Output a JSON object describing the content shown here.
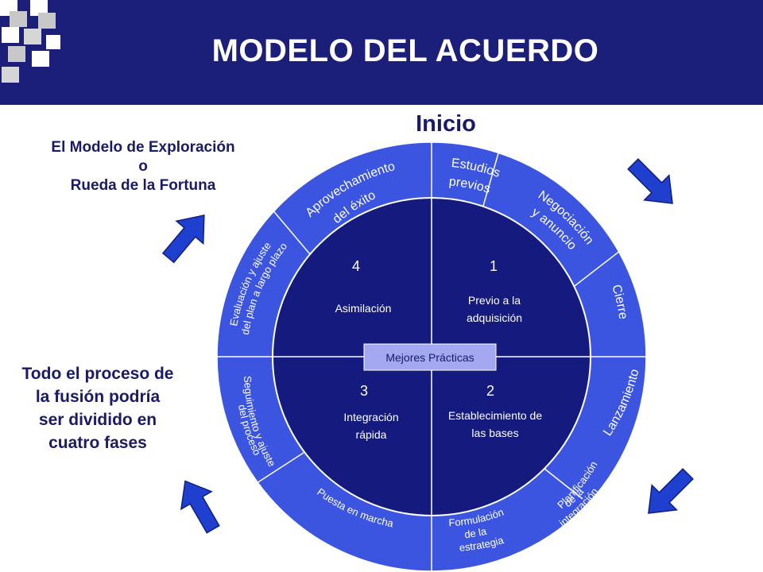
{
  "header": {
    "title": "MODELO DEL ACUERDO"
  },
  "colors": {
    "header_bg": "#1b1f7a",
    "outer_ring": "#3b55e0",
    "inner_circle": "#151b7e",
    "arrows": "#1f3fcf",
    "badge_bg": "#a4a8f0",
    "text_dark": "#1a1a66"
  },
  "subtitle": {
    "line1": "El Modelo de Exploración",
    "line2": "o",
    "line3": "Rueda de la Fortuna"
  },
  "phases_note": {
    "line1": "Todo el proceso de",
    "line2": "la fusión podría",
    "line3": "ser dividido en",
    "line4": "cuatro fases"
  },
  "wheel": {
    "start_label": "Inicio",
    "center_badge": "Mejores Prácticas",
    "quadrants": [
      {
        "number": "1",
        "line1": "Previo a la",
        "line2": "adquisición"
      },
      {
        "number": "2",
        "line1": "Establecimiento de",
        "line2": "las bases"
      },
      {
        "number": "3",
        "line1": "Integración",
        "line2": "rápida"
      },
      {
        "number": "4",
        "line1": "Asimilación",
        "line2": ""
      }
    ],
    "segments": [
      {
        "line1": "Estudios",
        "line2": "previos",
        "line3": ""
      },
      {
        "line1": "Negociación",
        "line2": "y anuncio",
        "line3": ""
      },
      {
        "line1": "Cierre",
        "line2": "",
        "line3": ""
      },
      {
        "line1": "Lanzamiento",
        "line2": "",
        "line3": ""
      },
      {
        "line1": "Planificación",
        "line2": "de la",
        "line3": "integración"
      },
      {
        "line1": "Formulación",
        "line2": "de la",
        "line3": "estrategia"
      },
      {
        "line1": "Puesta en marcha",
        "line2": "",
        "line3": ""
      },
      {
        "line1": "Seguimiento y ajuste",
        "line2": "del proceso",
        "line3": ""
      },
      {
        "line1": "Evaluación y ajuste",
        "line2": "del plan a largo plazo",
        "line3": ""
      },
      {
        "line1": "Aprovechamiento",
        "line2": "del éxito",
        "line3": ""
      }
    ]
  },
  "icons": {
    "arrows": [
      "arrow-down-right-icon",
      "arrow-down-left-icon",
      "arrow-up-left-icon",
      "arrow-up-right-icon"
    ]
  }
}
